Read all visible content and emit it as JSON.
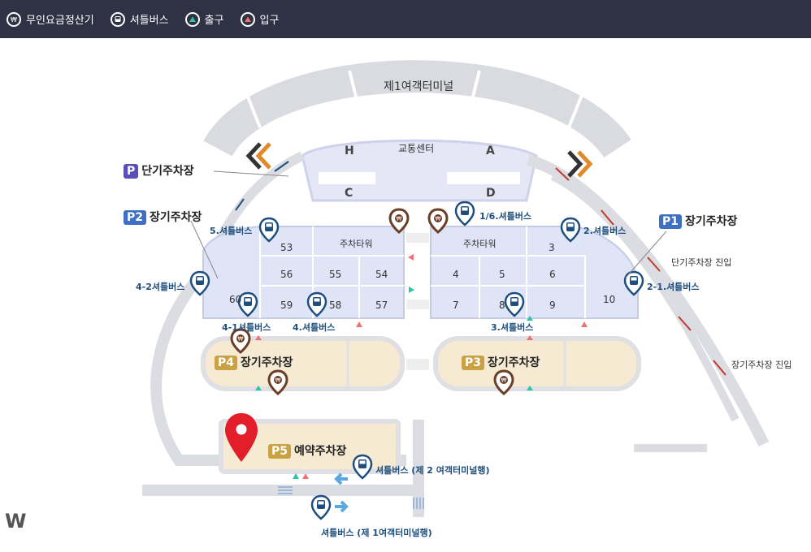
{
  "legend": [
    {
      "label": "무인요금정산기",
      "icon": "payment-kiosk-icon"
    },
    {
      "label": "셔틀버스",
      "icon": "shuttle-bus-icon"
    },
    {
      "label": "출구",
      "icon": "exit-icon"
    },
    {
      "label": "입구",
      "icon": "entrance-icon"
    }
  ],
  "map": {
    "terminal": "제1여객터미널",
    "transport_center": "교통센터",
    "zones": {
      "h": "H",
      "a": "A",
      "c": "C",
      "d": "D"
    },
    "lots": {
      "p_short": {
        "badge": "P",
        "name": "단기주차장"
      },
      "p2": {
        "badge": "P2",
        "name": "장기주차장"
      },
      "p1": {
        "badge": "P1",
        "name": "장기주차장"
      },
      "p4": {
        "badge": "P4",
        "name": "장기주차장"
      },
      "p3": {
        "badge": "P3",
        "name": "장기주차장"
      },
      "p5": {
        "badge": "P5",
        "name": "예약주차장"
      }
    },
    "sections": {
      "s53": "53",
      "tower_left": "주차타워",
      "tower_right": "주차타워",
      "s3": "3",
      "s56": "56",
      "s55": "55",
      "s54": "54",
      "s4": "4",
      "s5": "5",
      "s6": "6",
      "s60": "60",
      "s59": "59",
      "s58": "58",
      "s57": "57",
      "s7": "7",
      "s8": "8",
      "s9": "9",
      "s10": "10"
    },
    "shuttle_labels": {
      "b5": "5.셔틀버스",
      "b16": "1/6.셔틀버스",
      "b2": "2.셔틀버스",
      "b42": "4-2셔틀버스",
      "b21": "2-1.셔틀버스",
      "b41": "4-1셔틀버스",
      "b4": "4.셔틀버스",
      "b3": "3.셔틀버스",
      "t2": "셔틀버스 (제 2 여객터미널행)",
      "t1": "셔틀버스 (제 1여객터미널행)"
    },
    "entrances": {
      "short_entry": "단기주차장 진입",
      "long_entry": "장기주차장 진입"
    },
    "corner_mark": "W"
  },
  "colors": {
    "topbar": "#2f3245",
    "road": "#dcdde2",
    "lot_blue": "#dfe4f6",
    "lot_blue_border": "#c5cbe6",
    "lot_yellow": "#f6ead2",
    "lot_yellow_border": "#e4d5b3",
    "badge_purple": "#5a4fb8",
    "badge_blue": "#3f6fc0",
    "badge_gold": "#c9a246",
    "shuttle_teal": "#1d4e7e",
    "kiosk_brown": "#6b3e26",
    "pin_red": "#e11e2a"
  }
}
